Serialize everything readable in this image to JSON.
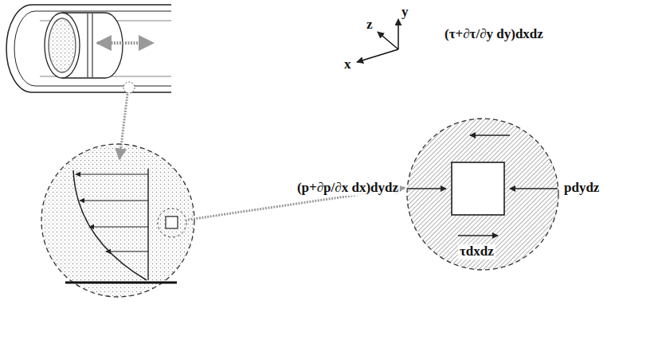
{
  "diagram": {
    "labels": [
      "y",
      "z",
      "x",
      "(τ+∂τ/∂y dy)dxdz",
      "(p+∂p/∂x dx)dydz",
      "pdydz",
      "τdxdz"
    ]
  }
}
